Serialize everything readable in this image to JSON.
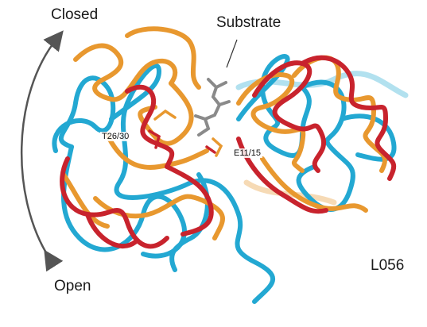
{
  "labels": {
    "closed": "Closed",
    "open": "Open",
    "substrate": "Substrate",
    "residue_t": "T26/30",
    "residue_e": "E11/15",
    "model": "L056"
  },
  "colors": {
    "orange": "#e8982f",
    "red": "#c8232d",
    "blue": "#23a8d2",
    "arrow": "#555555",
    "ligand": "#8a8a8a"
  }
}
